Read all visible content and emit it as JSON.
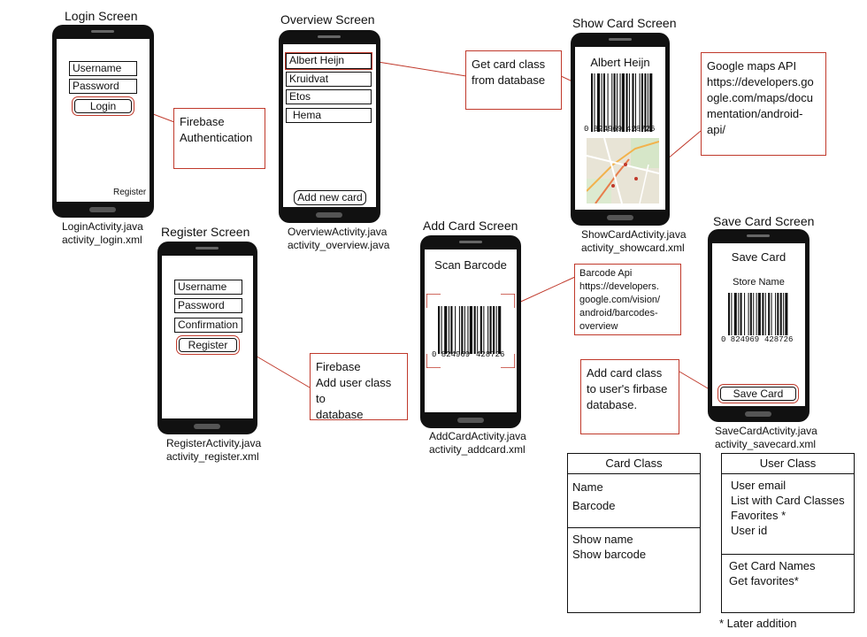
{
  "login": {
    "title": "Login Screen",
    "username": "Username",
    "password": "Password",
    "login_button": "Login",
    "register_link": "Register",
    "caption_java": "LoginActivity.java",
    "caption_xml": "activity_login.xml"
  },
  "overview": {
    "title": "Overview Screen",
    "items": [
      "Albert Heijn",
      "Kruidvat",
      "Etos",
      "Hema"
    ],
    "add_button": "Add new card",
    "caption_java": "OverviewActivity.java",
    "caption_xml": "activity_overview.java"
  },
  "show_card": {
    "title": "Show Card Screen",
    "store_name": "Albert Heijn",
    "barcode_left": "0 824969",
    "barcode_right": "428726",
    "caption_java": "ShowCardActivity.java",
    "caption_xml": "activity_showcard.xml"
  },
  "register": {
    "title": "Register Screen",
    "username": "Username",
    "password": "Password",
    "confirmation": "Confirmation",
    "register_button": "Register",
    "caption_java": "RegisterActivity.java",
    "caption_xml": "activity_register.xml"
  },
  "add_card": {
    "title": "Add Card Screen",
    "scan_label": "Scan Barcode",
    "barcode_left": "0 824969",
    "barcode_right": "428726",
    "caption_java": "AddCardActivity.java",
    "caption_xml": "activity_addcard.xml"
  },
  "save_card": {
    "title": "Save Card Screen",
    "heading": "Save Card",
    "store_name": "Store Name",
    "barcode_left": "0 824969",
    "barcode_right": "428726",
    "save_button": "Save Card",
    "caption_java": "SaveCardActivity.java",
    "caption_xml": "activity_savecard.xml"
  },
  "notes": {
    "firebase_auth": [
      "Firebase",
      "Authentication"
    ],
    "get_card_class": [
      "Get card class",
      "from database"
    ],
    "google_maps": [
      "Google maps API",
      "https://developers.go",
      "ogle.com/maps/docu",
      "mentation/android-",
      "api/"
    ],
    "firebase_register": [
      "Firebase",
      "Add user class to",
      "database"
    ],
    "barcode_api": [
      "Barcode Api",
      "https://developers.",
      "google.com/vision/",
      "android/barcodes-",
      "overview"
    ],
    "add_card_class": [
      "Add card class",
      "to user's firbase",
      "database."
    ]
  },
  "card_class": {
    "title": "Card Class",
    "fields": [
      "Name",
      "Barcode"
    ],
    "methods": [
      "Show name",
      "Show barcode"
    ]
  },
  "user_class": {
    "title": "User Class",
    "fields": [
      "User email",
      "List with Card Classes",
      "Favorites *",
      "User id"
    ],
    "methods": [
      "Get Card Names",
      "Get favorites*"
    ]
  },
  "footnote": "* Later addition",
  "colors": {
    "connector": "#c0392b",
    "phone": "#111111"
  }
}
